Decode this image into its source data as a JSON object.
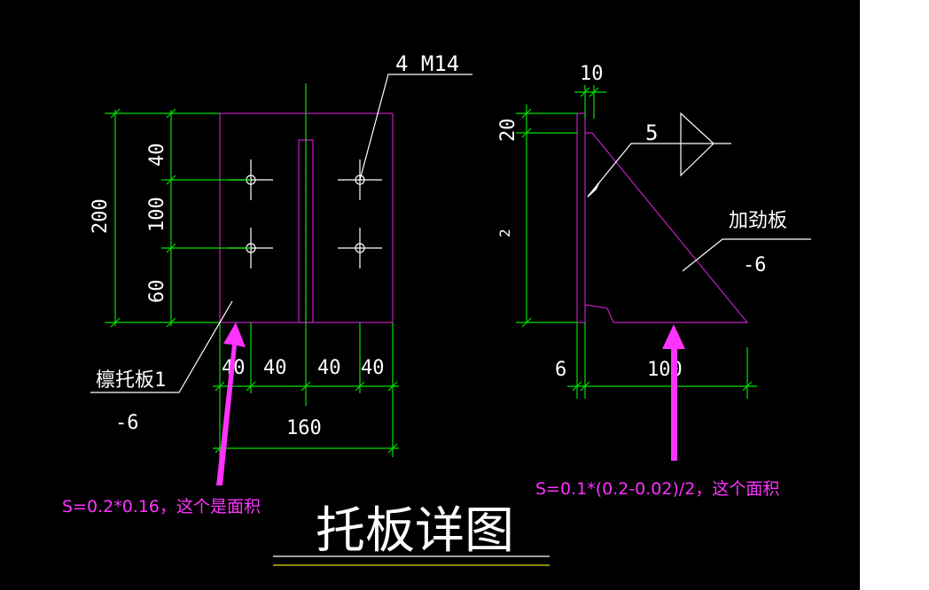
{
  "colors": {
    "background": "#000000",
    "dimension": "#00e000",
    "part": "#c020c0",
    "text": "#ffffff",
    "annotation": "#ff33ff",
    "underline_white": "#ffffff",
    "underline_yellow": "#e8e000"
  },
  "left_view": {
    "bolt_label": "4 M14",
    "dim_total_height": "200",
    "dim_top": "40",
    "dim_mid": "100",
    "dim_bottom": "60",
    "dims_bottom": [
      "40",
      "40",
      "40",
      "40"
    ],
    "dim_width": "160",
    "plate_name": "檩托板1",
    "plate_thk": "-6"
  },
  "right_view": {
    "dim_top_w": "10",
    "dim_top_h": "20",
    "weld_size": "5",
    "side_mark": "2",
    "stiffener_name": "加劲板",
    "stiffener_thk": "-6",
    "dim_plate_t": "6",
    "dim_len": "100"
  },
  "title": "托板详图",
  "annotations": {
    "left": "S=0.2*0.16，这个是面积",
    "right": "S=0.1*(0.2-0.02)/2，这个面积"
  }
}
